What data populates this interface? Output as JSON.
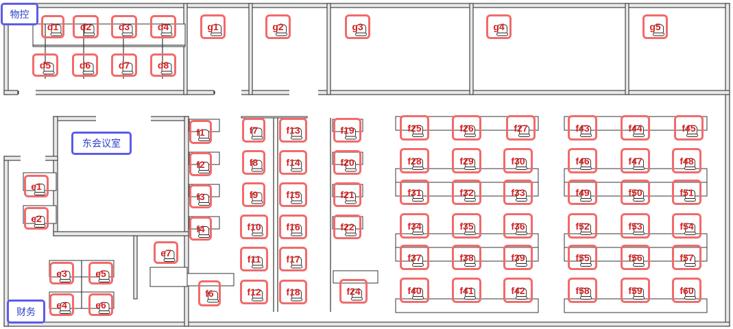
{
  "rooms": {
    "wukong": "物控",
    "meeting_east": "东会议室",
    "finance": "财务"
  },
  "seats": {
    "d": [
      "d1",
      "d2",
      "d3",
      "d4",
      "d5",
      "d6",
      "d7",
      "d8"
    ],
    "g": [
      "g1",
      "g2",
      "g3",
      "g4",
      "g5"
    ],
    "e": [
      "e1",
      "e2",
      "e3",
      "e4",
      "e5",
      "e6",
      "e7"
    ],
    "f": [
      "f1",
      "f2",
      "f3",
      "f4",
      "f6",
      "f7",
      "f8",
      "f9",
      "f10",
      "f11",
      "f12",
      "f13",
      "f14",
      "f15",
      "f16",
      "f17",
      "f18",
      "f19",
      "f20",
      "f21",
      "f22",
      "f24",
      "f25",
      "f26",
      "f27",
      "f28",
      "f29",
      "f30",
      "f31",
      "f32",
      "f33",
      "f34",
      "f35",
      "f36",
      "f37",
      "f38",
      "f39",
      "f40",
      "f41",
      "f42",
      "f43",
      "f44",
      "f45",
      "f46",
      "f47",
      "f48",
      "f49",
      "f50",
      "f51",
      "f52",
      "f53",
      "f54",
      "f55",
      "f56",
      "f57",
      "f58",
      "f59",
      "f60"
    ]
  },
  "colors": {
    "seat_border": "#f26a6a",
    "seat_text": "#d81e1e",
    "room_tag_border": "#5b5bea",
    "room_tag_text": "#2a3ec8",
    "wall_fill": "#e8e8e8"
  }
}
